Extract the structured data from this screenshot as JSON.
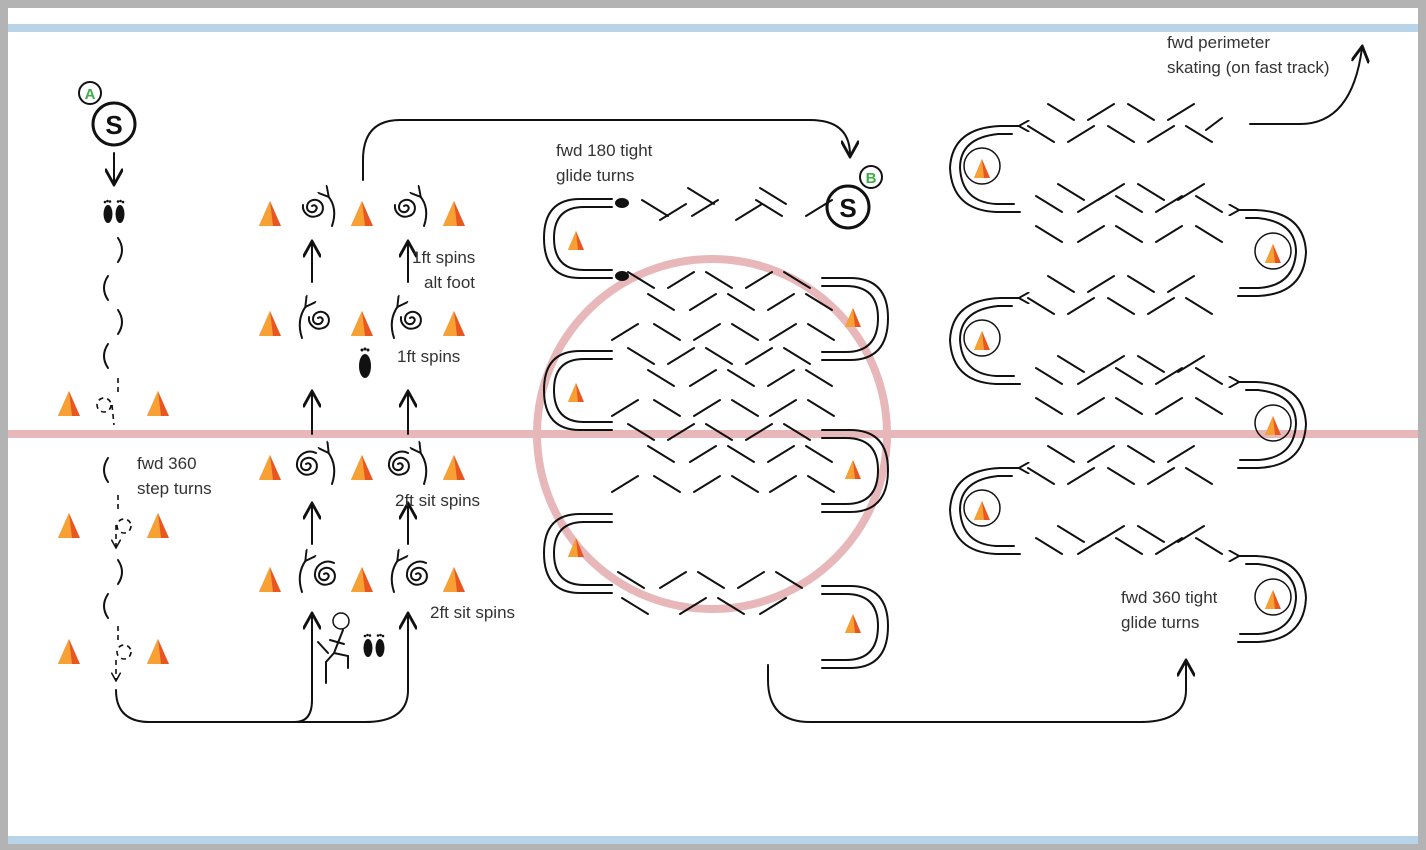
{
  "markers": {
    "start_a": {
      "badge": "A",
      "letter": "S"
    },
    "start_b": {
      "badge": "B",
      "letter": "S"
    }
  },
  "labels": {
    "perimeter_1": "fwd perimeter",
    "perimeter_2": "skating (on fast track)",
    "glide180_1": "fwd 180 tight",
    "glide180_2": "glide turns",
    "spins_alt_1": "1ft spins",
    "spins_alt_2": "alt foot",
    "spins_1ft": "1ft spins",
    "sit_spins_upper": "2ft sit spins",
    "sit_spins_lower": "2ft sit spins",
    "step360_1": "fwd 360",
    "step360_2": "step turns",
    "glide360_1": "fwd 360 tight",
    "glide360_2": "glide turns"
  },
  "colors": {
    "board": "#b3b3b3",
    "blue_line": "#b9d3e8",
    "red_line": "#e8b7b9",
    "cone_light": "#f7a034",
    "cone_dark": "#e8571f",
    "badge_green": "#3fae49"
  }
}
